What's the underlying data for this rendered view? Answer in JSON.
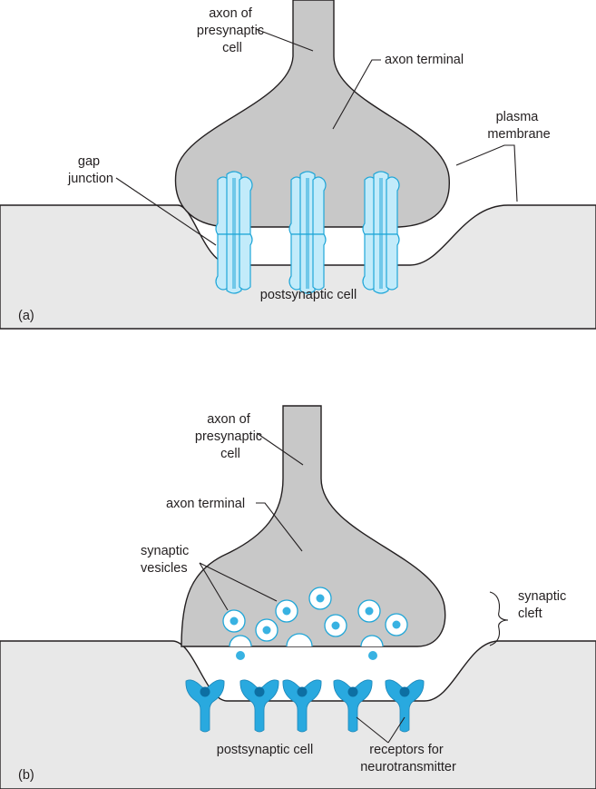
{
  "panel_a": {
    "tag": "(a)",
    "axon_of_presynaptic_cell": [
      "axon of",
      "presynaptic",
      "cell"
    ],
    "axon_terminal": "axon terminal",
    "plasma_membrane": [
      "plasma",
      "membrane"
    ],
    "gap_junction": [
      "gap",
      "junction"
    ],
    "postsynaptic_cell": "postsynaptic cell"
  },
  "panel_b": {
    "tag": "(b)",
    "axon_of_presynaptic_cell": [
      "axon of",
      "presynaptic",
      "cell"
    ],
    "axon_terminal": "axon terminal",
    "synaptic_vesicles": [
      "synaptic",
      "vesicles"
    ],
    "synaptic_cleft": [
      "synaptic",
      "cleft"
    ],
    "postsynaptic_cell": "postsynaptic cell",
    "receptors": [
      "receptors for",
      "neurotransmitter"
    ]
  },
  "colors": {
    "cell_gray": "#e8e8e8",
    "terminal_gray": "#c8c8c8",
    "channel_blue": "#c2ebfa",
    "receptor_blue": "#29a9df",
    "outline": "#231f20"
  }
}
